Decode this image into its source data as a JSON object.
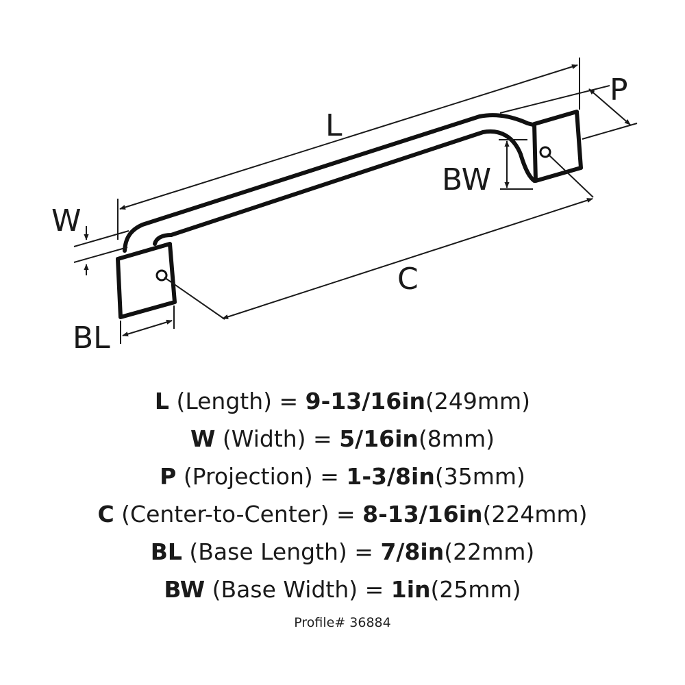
{
  "diagram": {
    "labels": {
      "L": "L",
      "P": "P",
      "BW": "BW",
      "W": "W",
      "C": "C",
      "BL": "BL"
    }
  },
  "specs": [
    {
      "code": "L",
      "desc": "(Length) = ",
      "value": "9-13/16in",
      "metric": "(249mm)"
    },
    {
      "code": "W",
      "desc": "(Width) = ",
      "value": "5/16in",
      "metric": "(8mm)"
    },
    {
      "code": "P",
      "desc": "(Projection) = ",
      "value": "1-3/8in",
      "metric": "(35mm)"
    },
    {
      "code": "C",
      "desc": "(Center-to-Center) = ",
      "value": "8-13/16in",
      "metric": "(224mm)"
    },
    {
      "code": "BL",
      "desc": "(Base Length) = ",
      "value": "7/8in",
      "metric": "(22mm)"
    },
    {
      "code": "BW",
      "desc": "(Base Width) = ",
      "value": "1in",
      "metric": "(25mm)"
    }
  ],
  "profile": "Profile# 36884"
}
